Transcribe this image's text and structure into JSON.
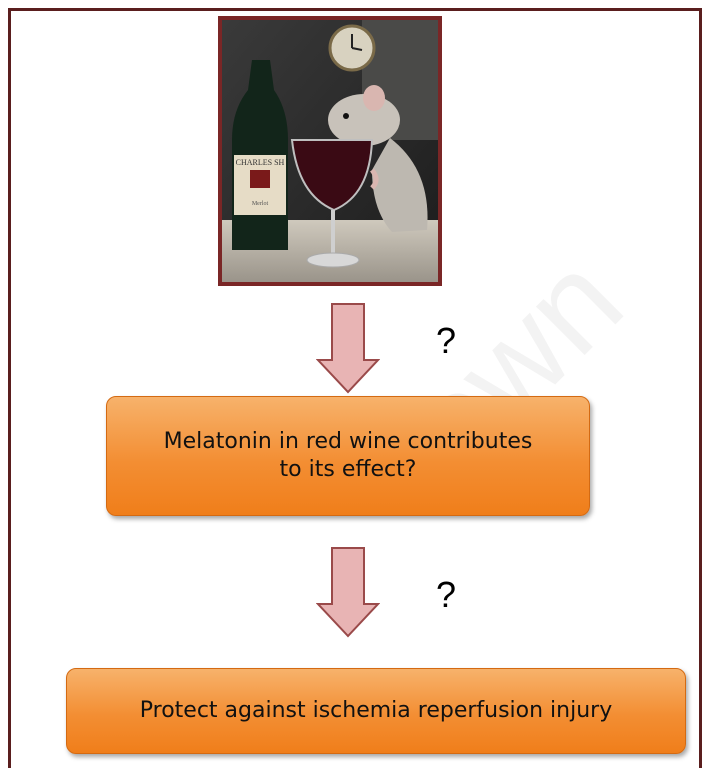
{
  "diagram": {
    "photo": {
      "alt": "rat sipping red wine from a glass next to a wine bottle",
      "bottle_label": "CHARLES SH",
      "bottle_sublabel": "Merlot"
    },
    "question_mark_1": "?",
    "question_mark_2": "?",
    "box_middle_line1": "Melatonin in red wine contributes",
    "box_middle_line2": "to its effect?",
    "box_bottom": "Protect against ischemia reperfusion injury"
  },
  "colors": {
    "frame": "#5a1e1e",
    "arrow_fill": "#e8b4b4",
    "arrow_stroke": "#9a4a4a",
    "box_fill": "#f38e33"
  }
}
